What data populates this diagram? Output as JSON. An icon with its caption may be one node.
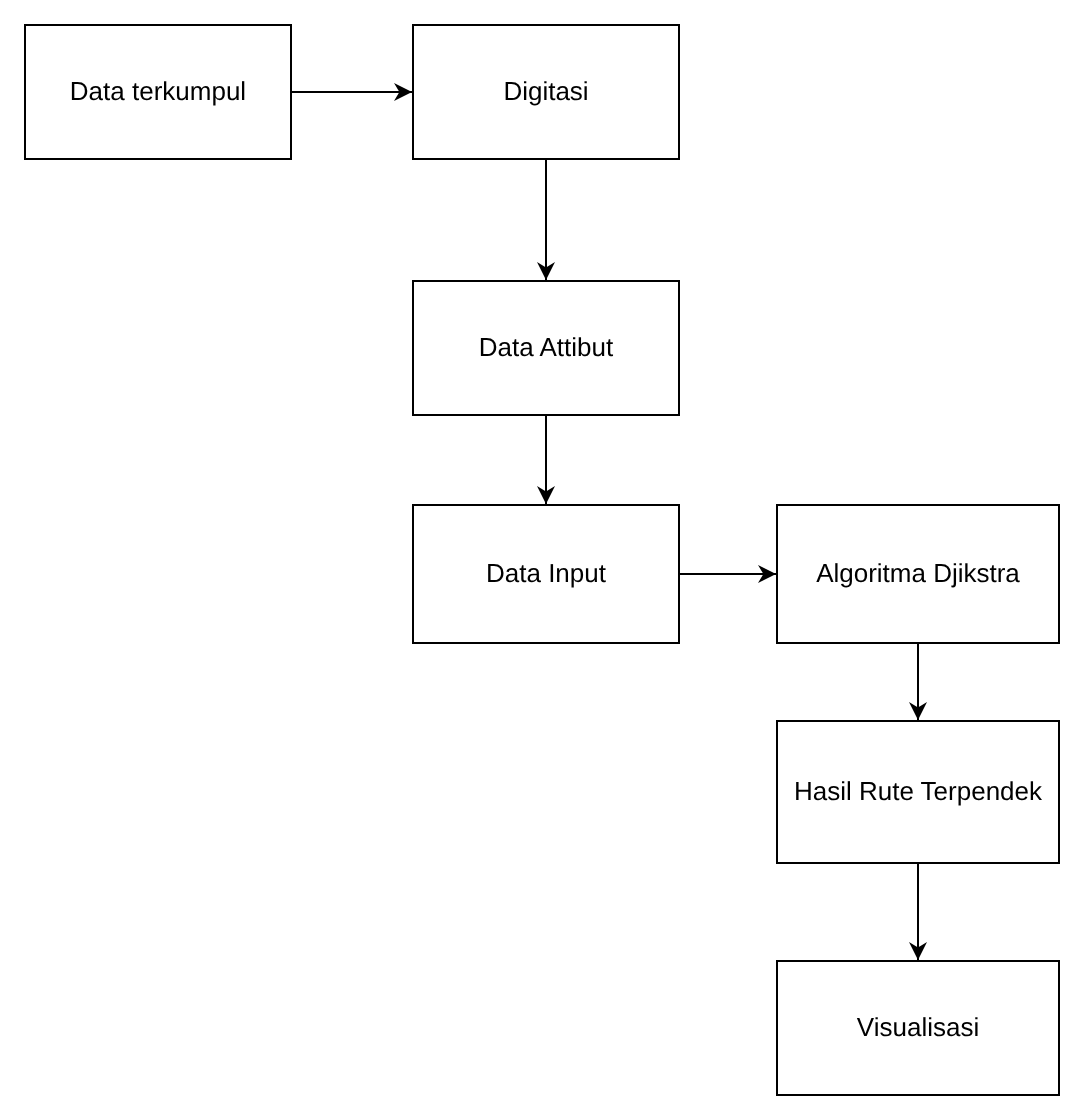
{
  "diagram": {
    "nodes": [
      {
        "text": [
          "Data terkumpul"
        ]
      },
      {
        "text": [
          "Digitasi"
        ]
      },
      {
        "text": [
          "Data Attibut"
        ]
      },
      {
        "text": [
          "Data Input"
        ]
      },
      {
        "text": [
          "Algoritma Djikstra"
        ]
      },
      {
        "text": [
          "Hasil Rute Terpendek"
        ]
      },
      {
        "text": [
          "Visualisasi"
        ]
      }
    ],
    "edges": [
      {
        "from": 0,
        "to": 1,
        "arrow": "to"
      },
      {
        "from": 1,
        "to": 2,
        "arrow": "to"
      },
      {
        "from": 2,
        "to": 3,
        "arrow": "to"
      },
      {
        "from": 3,
        "to": 4,
        "arrow": "to"
      },
      {
        "from": 4,
        "to": 5,
        "arrow": "to"
      },
      {
        "from": 5,
        "to": 6,
        "arrow": "to"
      }
    ]
  }
}
